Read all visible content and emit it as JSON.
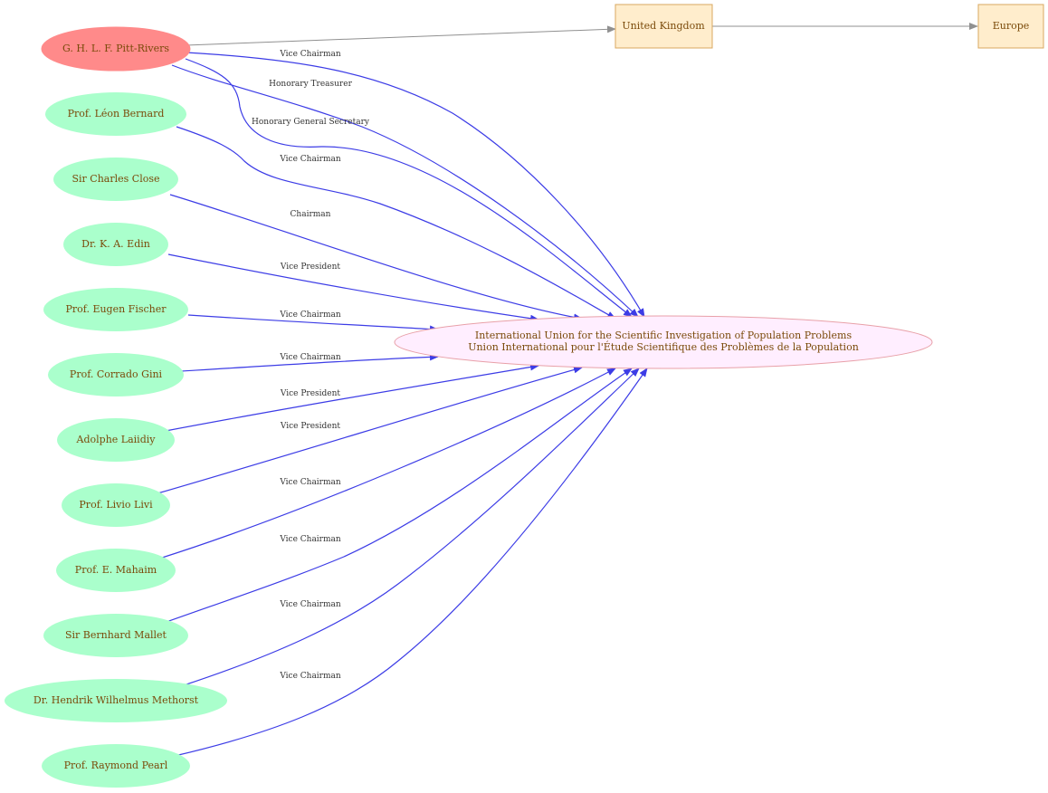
{
  "graph": {
    "nodes": {
      "pitt_rivers": {
        "label": "G. H. L. F. Pitt-Rivers"
      },
      "bernard": {
        "label": "Prof. Léon Bernard"
      },
      "close": {
        "label": "Sir Charles Close"
      },
      "edin": {
        "label": "Dr. K. A. Edin"
      },
      "fischer": {
        "label": "Prof. Eugen Fischer"
      },
      "gini": {
        "label": "Prof. Corrado Gini"
      },
      "laiidiy": {
        "label": "Adolphe Laiidiy"
      },
      "livi": {
        "label": "Prof. Livio Livi"
      },
      "mahaim": {
        "label": "Prof. E. Mahaim"
      },
      "mallet": {
        "label": "Sir Bernhard Mallet"
      },
      "methorst": {
        "label": "Dr. Hendrik Wilhelmus Methorst"
      },
      "pearl": {
        "label": "Prof. Raymond Pearl"
      },
      "union": {
        "label_line1": "International Union for the Scientific Investigation of Population Problems",
        "label_line2": "Union International pour l'Étude Scientifique des Problèmes de la Population"
      },
      "uk": {
        "label": "United Kingdom"
      },
      "europe": {
        "label": "Europe"
      }
    },
    "edges": {
      "pitt_vice_chairman": "Vice Chairman",
      "pitt_treasurer": "Honorary Treasurer",
      "pitt_secretary": "Honorary General Secretary",
      "bernard": "Vice Chairman",
      "close": "Chairman",
      "edin": "Vice President",
      "fischer": "Vice Chairman",
      "gini": "Vice Chairman",
      "laiidiy": "Vice President",
      "livi": "Vice President",
      "mahaim": "Vice Chairman",
      "mallet": "Vice Chairman",
      "methorst": "Vice Chairman",
      "pearl": "Vice Chairman"
    },
    "colors": {
      "person_fill": "#aaffcc",
      "highlight_fill": "#ff8a8a",
      "org_fill": "#ffeeff",
      "org_stroke": "#e8a0a8",
      "place_fill": "#ffedcc",
      "place_stroke": "#d8a860",
      "edge_role": "#3c3ce6",
      "edge_place": "#909090",
      "label_text": "#7a4a0a"
    }
  }
}
